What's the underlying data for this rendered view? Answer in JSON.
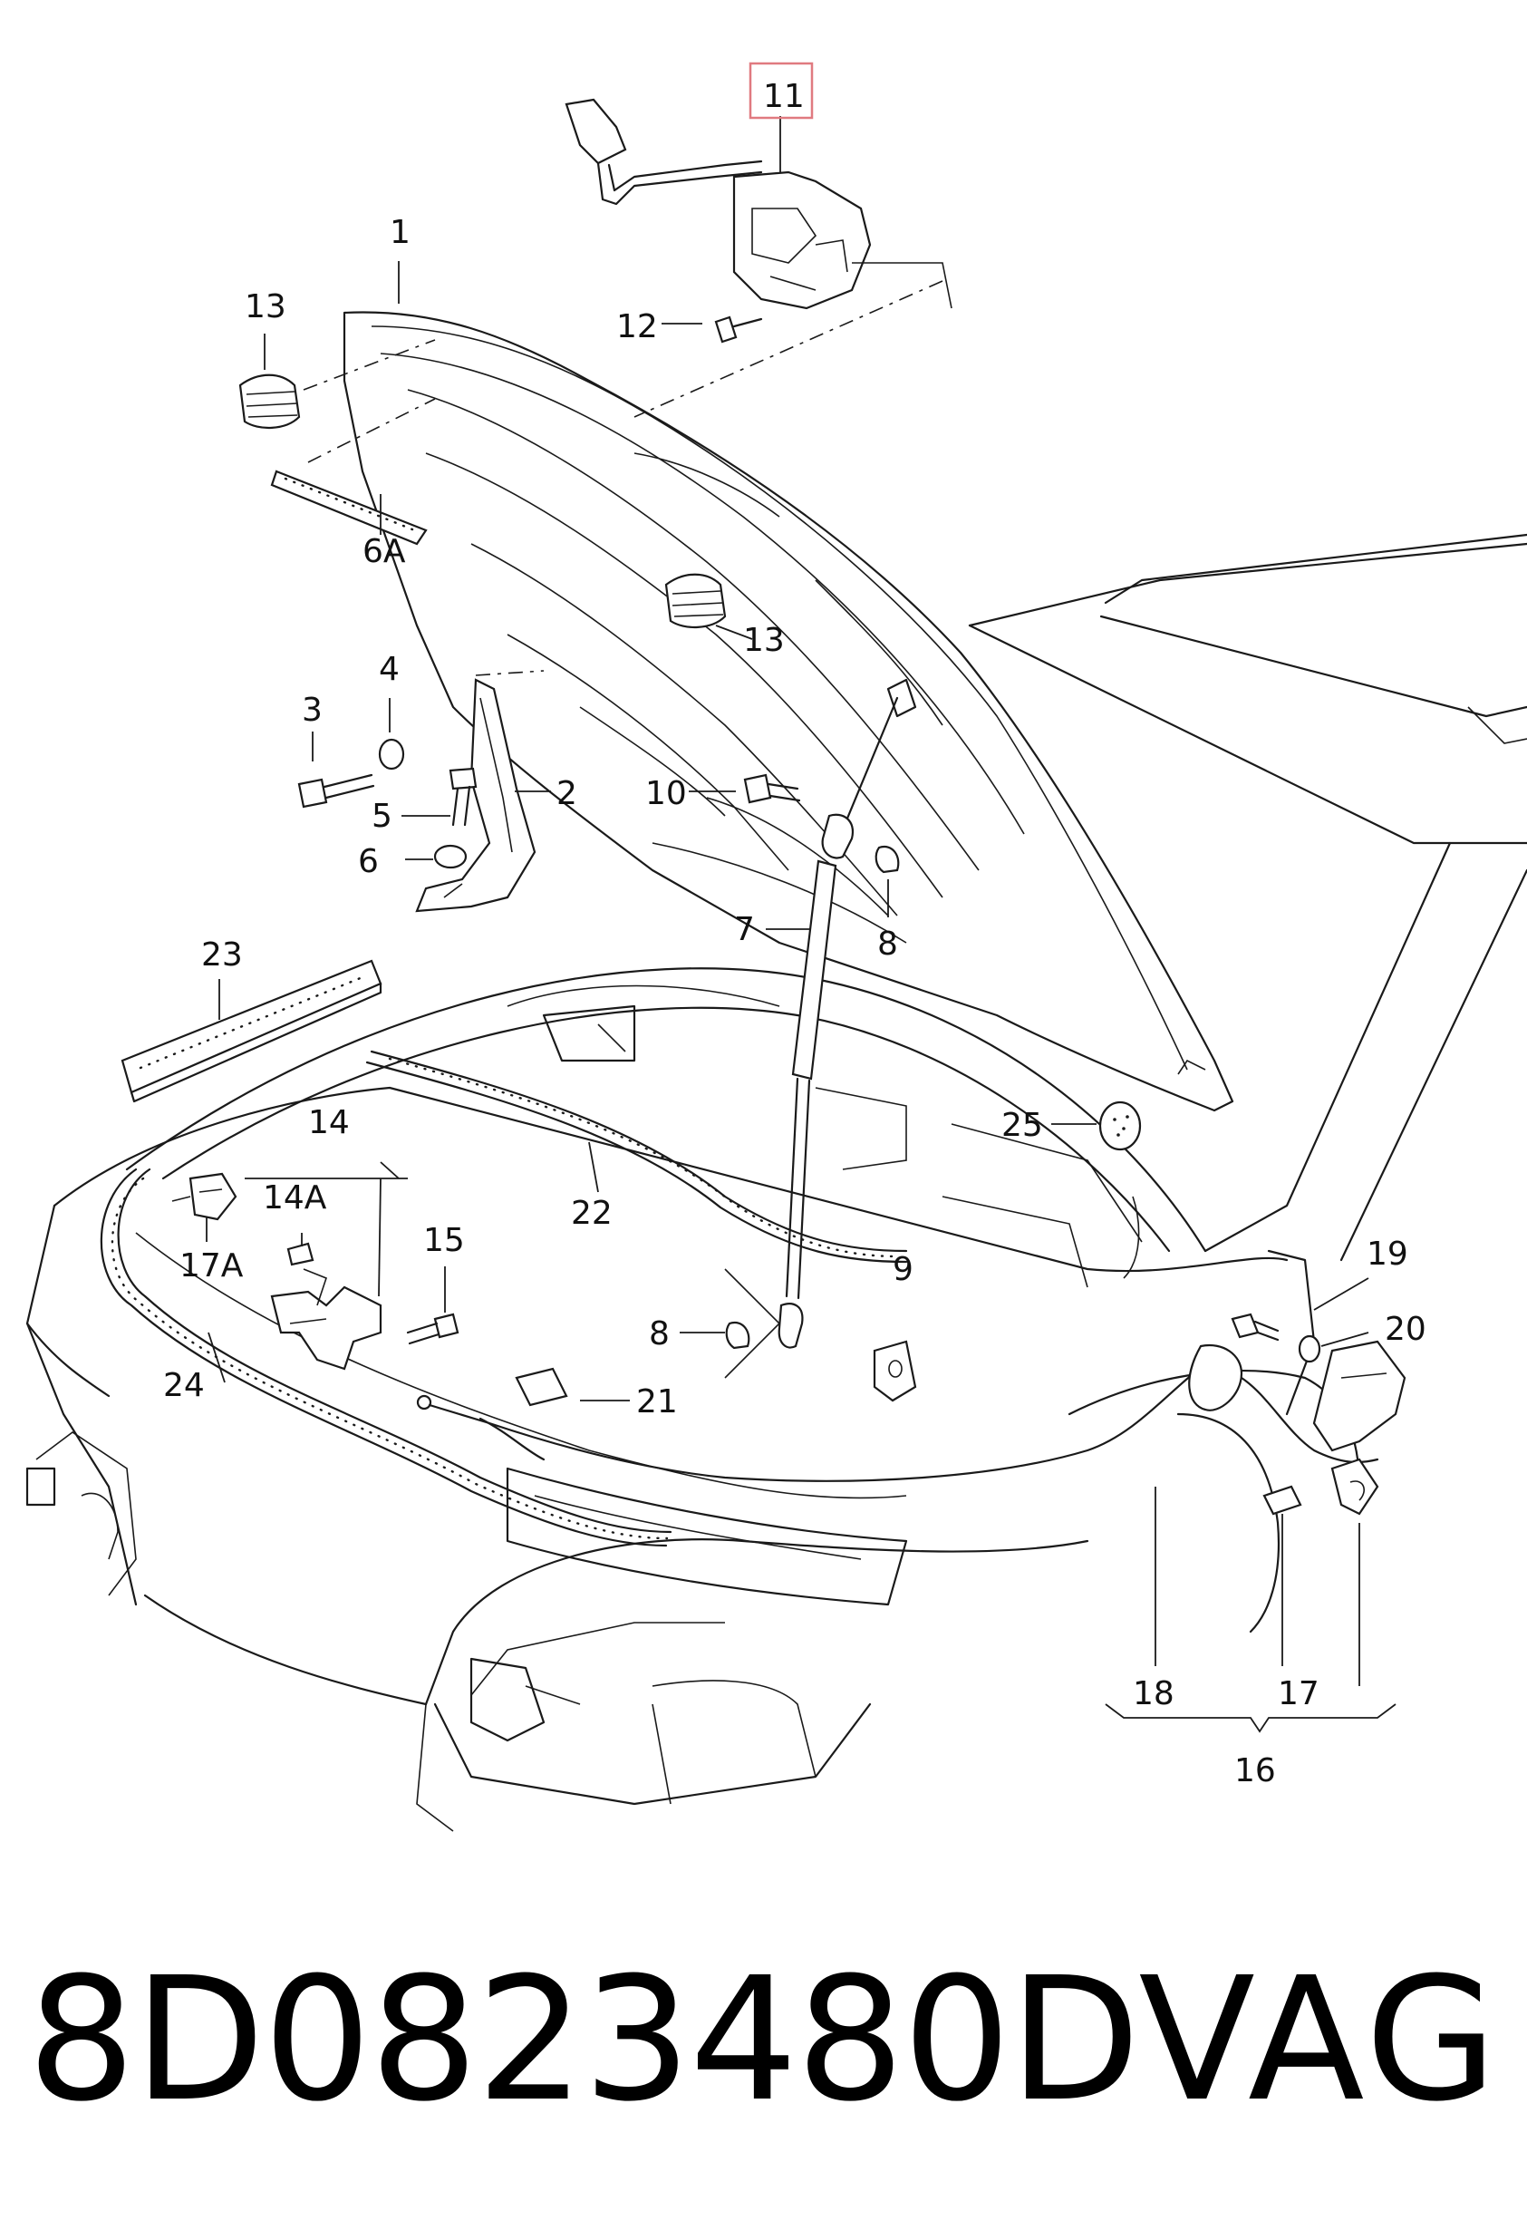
{
  "callouts": {
    "c1": "1",
    "c2": "2",
    "c3": "3",
    "c4": "4",
    "c5": "5",
    "c6": "6",
    "c6a": "6A",
    "c7": "7",
    "c8a": "8",
    "c8b": "8",
    "c9": "9",
    "c10": "10",
    "c11": "11",
    "c12": "12",
    "c13a": "13",
    "c13b": "13",
    "c14": "14",
    "c14a": "14A",
    "c15": "15",
    "c16": "16",
    "c17": "17",
    "c17a": "17A",
    "c18": "18",
    "c19": "19",
    "c20": "20",
    "c21": "21",
    "c22": "22",
    "c23": "23",
    "c24": "24",
    "c25": "25"
  },
  "caption": {
    "part_number": "8D0823480D",
    "brand": "VAG"
  },
  "colors": {
    "line": "#1a1a1a",
    "highlight": "#e07a80",
    "background": "#ffffff"
  }
}
